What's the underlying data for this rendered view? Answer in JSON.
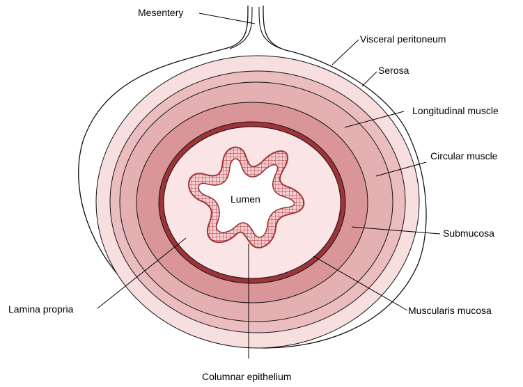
{
  "labels": {
    "mesentery": "Mesentery",
    "visceral_peritoneum": "Visceral peritoneum",
    "serosa": "Serosa",
    "longitudinal_muscle": "Longitudinal muscle",
    "circular_muscle": "Circular muscle",
    "submucosa": "Submucosa",
    "muscularis_mucosa": "Muscularis mucosa",
    "columnar_epithelium": "Columnar epithelium",
    "lamina_propria": "Lamina propria",
    "lumen": "Lumen"
  },
  "colors": {
    "serosa_layer": "#f7dfe0",
    "longitudinal_muscle_layer": "#ebbdbe",
    "circular_muscle_layer": "#e4b0b1",
    "submucosa_layer": "#d99598",
    "muscularis_mucosa_layer": "#9e3338",
    "lamina_propria_layer": "#fbe4e5",
    "epithelium": "#b9444a",
    "lumen": "#ffffff"
  }
}
